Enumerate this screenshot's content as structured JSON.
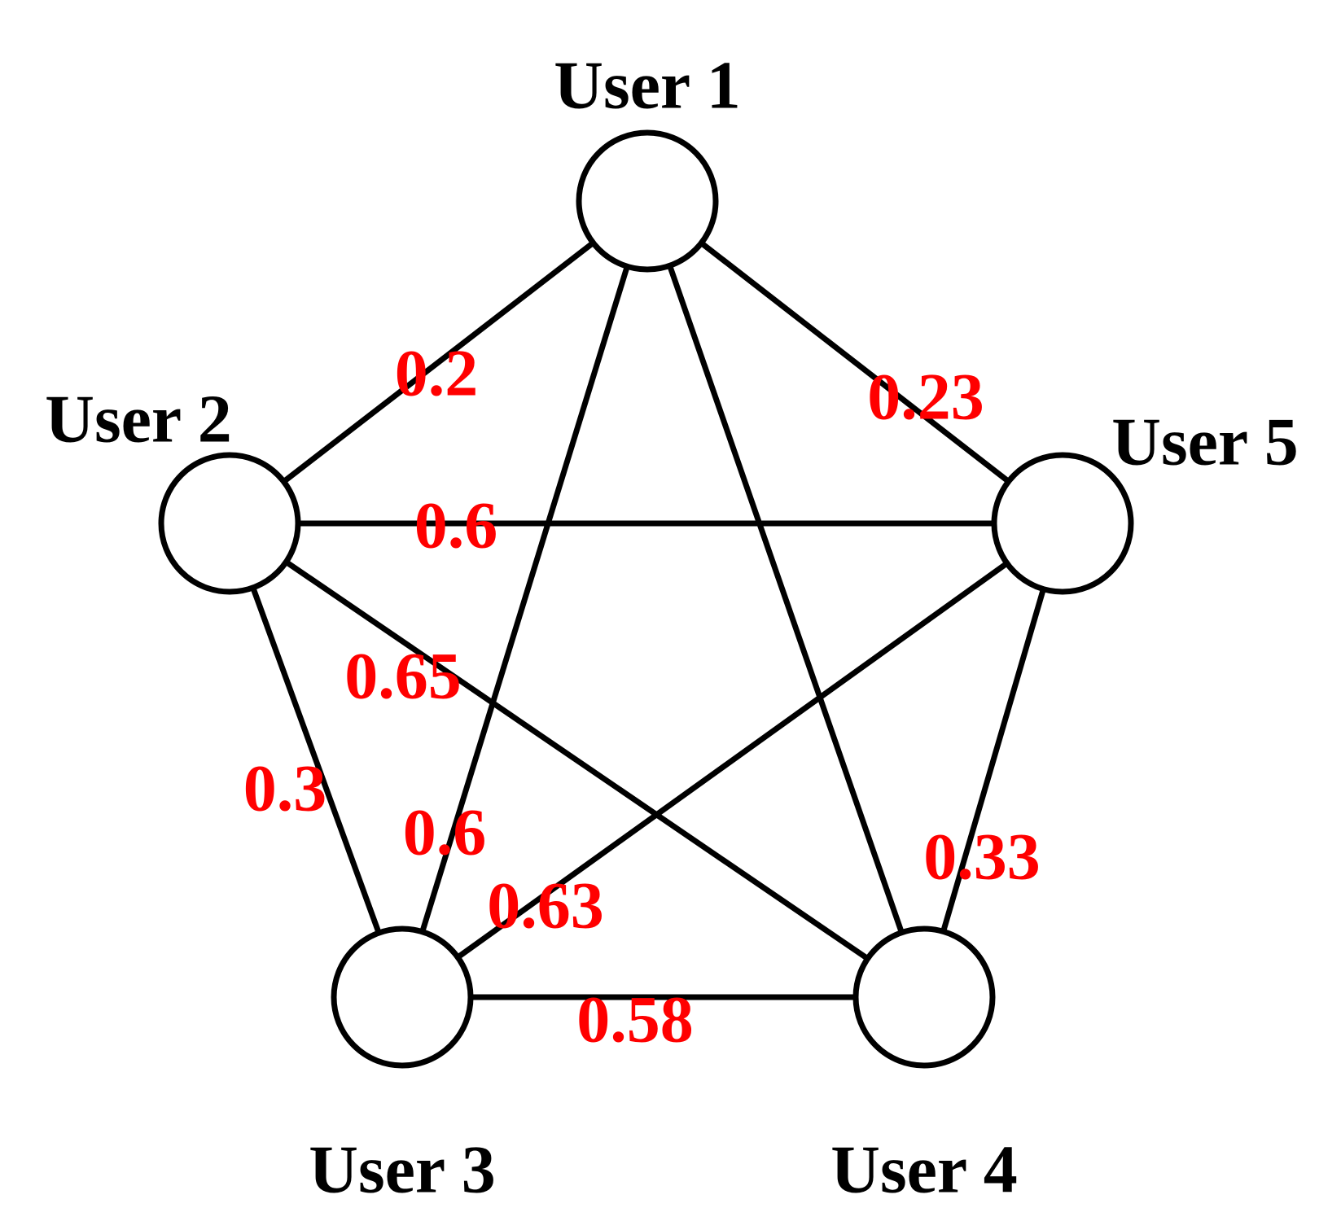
{
  "diagram": {
    "nodes": [
      {
        "id": "u1",
        "label": "User 1"
      },
      {
        "id": "u2",
        "label": "User 2"
      },
      {
        "id": "u3",
        "label": "User 3"
      },
      {
        "id": "u4",
        "label": "User 4"
      },
      {
        "id": "u5",
        "label": "User 5"
      }
    ],
    "edges": [
      {
        "from": "u1",
        "to": "u2",
        "weight": "0.2"
      },
      {
        "from": "u1",
        "to": "u5",
        "weight": "0.23"
      },
      {
        "from": "u2",
        "to": "u5",
        "weight": "0.6"
      },
      {
        "from": "u2",
        "to": "u4",
        "weight": "0.65"
      },
      {
        "from": "u2",
        "to": "u3",
        "weight": "0.3"
      },
      {
        "from": "u1",
        "to": "u3",
        "weight": "0.6"
      },
      {
        "from": "u3",
        "to": "u5",
        "weight": "0.63"
      },
      {
        "from": "u4",
        "to": "u5",
        "weight": "0.33"
      },
      {
        "from": "u3",
        "to": "u4",
        "weight": "0.58"
      },
      {
        "from": "u1",
        "to": "u4",
        "weight": ""
      }
    ],
    "colors": {
      "edge": "#000000",
      "node_fill": "#ffffff",
      "node_stroke": "#000000",
      "weight_text": "#ff0000",
      "node_text": "#000000"
    }
  }
}
